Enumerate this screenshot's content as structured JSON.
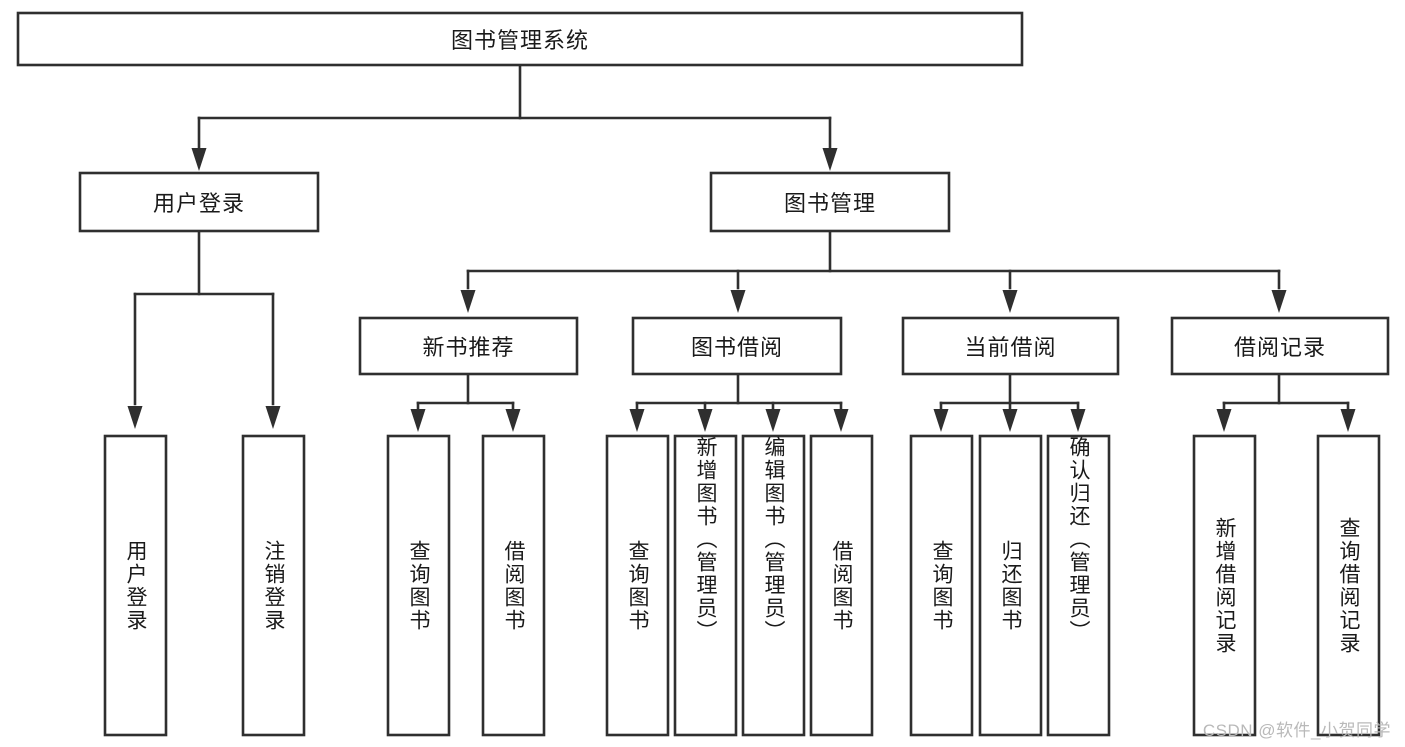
{
  "diagram": {
    "title": "图书管理系统",
    "type": "tree-hierarchy",
    "colors": {
      "stroke": "#2f2f2f",
      "box_fill": "#ffffff",
      "text": "#1a1a1a",
      "background": "#ffffff",
      "watermark": "#b9b9b9"
    },
    "root": {
      "label": "图书管理系统"
    },
    "level2": [
      {
        "label": "用户登录"
      },
      {
        "label": "图书管理"
      }
    ],
    "level3": [
      {
        "label": "新书推荐"
      },
      {
        "label": "图书借阅"
      },
      {
        "label": "当前借阅"
      },
      {
        "label": "借阅记录"
      }
    ],
    "leaves": {
      "user_login": [
        {
          "label": "用户登录"
        },
        {
          "label": "注销登录"
        }
      ],
      "new_book_recommend": [
        {
          "label": "查询图书"
        },
        {
          "label": "借阅图书"
        }
      ],
      "book_borrow": [
        {
          "label": "查询图书"
        },
        {
          "label": "新增图书（管理员）"
        },
        {
          "label": "编辑图书（管理员）"
        },
        {
          "label": "借阅图书"
        }
      ],
      "current_borrow": [
        {
          "label": "查询图书"
        },
        {
          "label": "归还图书"
        },
        {
          "label": "确认归还（管理员）"
        }
      ],
      "borrow_record": [
        {
          "label": "新增借阅记录"
        },
        {
          "label": "查询借阅记录"
        }
      ]
    }
  },
  "watermark": {
    "text": "CSDN @软件_小贺同学"
  }
}
